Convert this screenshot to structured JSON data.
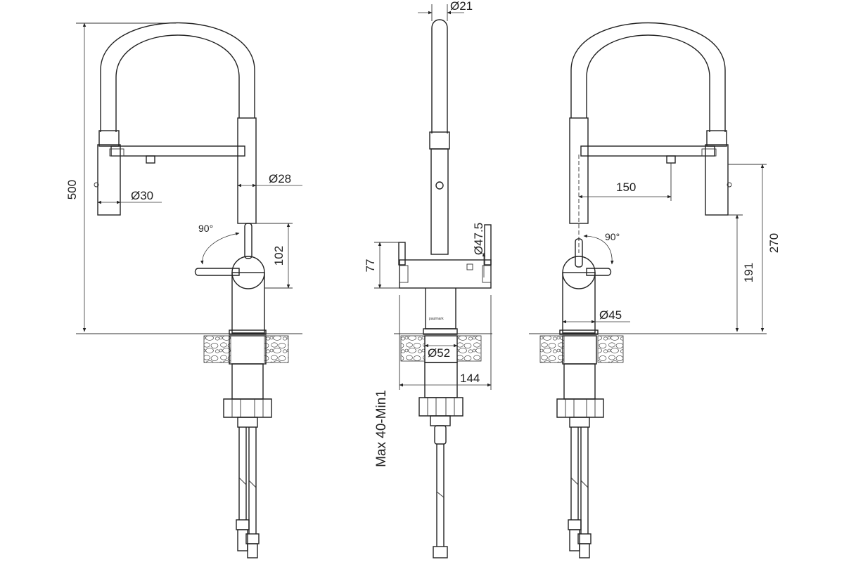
{
  "dimensions": {
    "left": {
      "height": "500",
      "handle_diameter": "Ø30",
      "spout_diameter": "Ø28",
      "lever_angle": "90°",
      "lever_height": "102"
    },
    "front": {
      "top_diameter": "Ø21",
      "side_diameter": "Ø47.5",
      "lever_height": "77",
      "base_diameter": "Ø52",
      "base_width": "144",
      "countertop": "Max 40-Min1"
    },
    "right": {
      "reach": "150",
      "lever_angle": "90°",
      "outlet_height_191": "191",
      "outlet_height_270": "270",
      "body_diameter": "Ø45"
    }
  },
  "brand_mark": "paulmark"
}
